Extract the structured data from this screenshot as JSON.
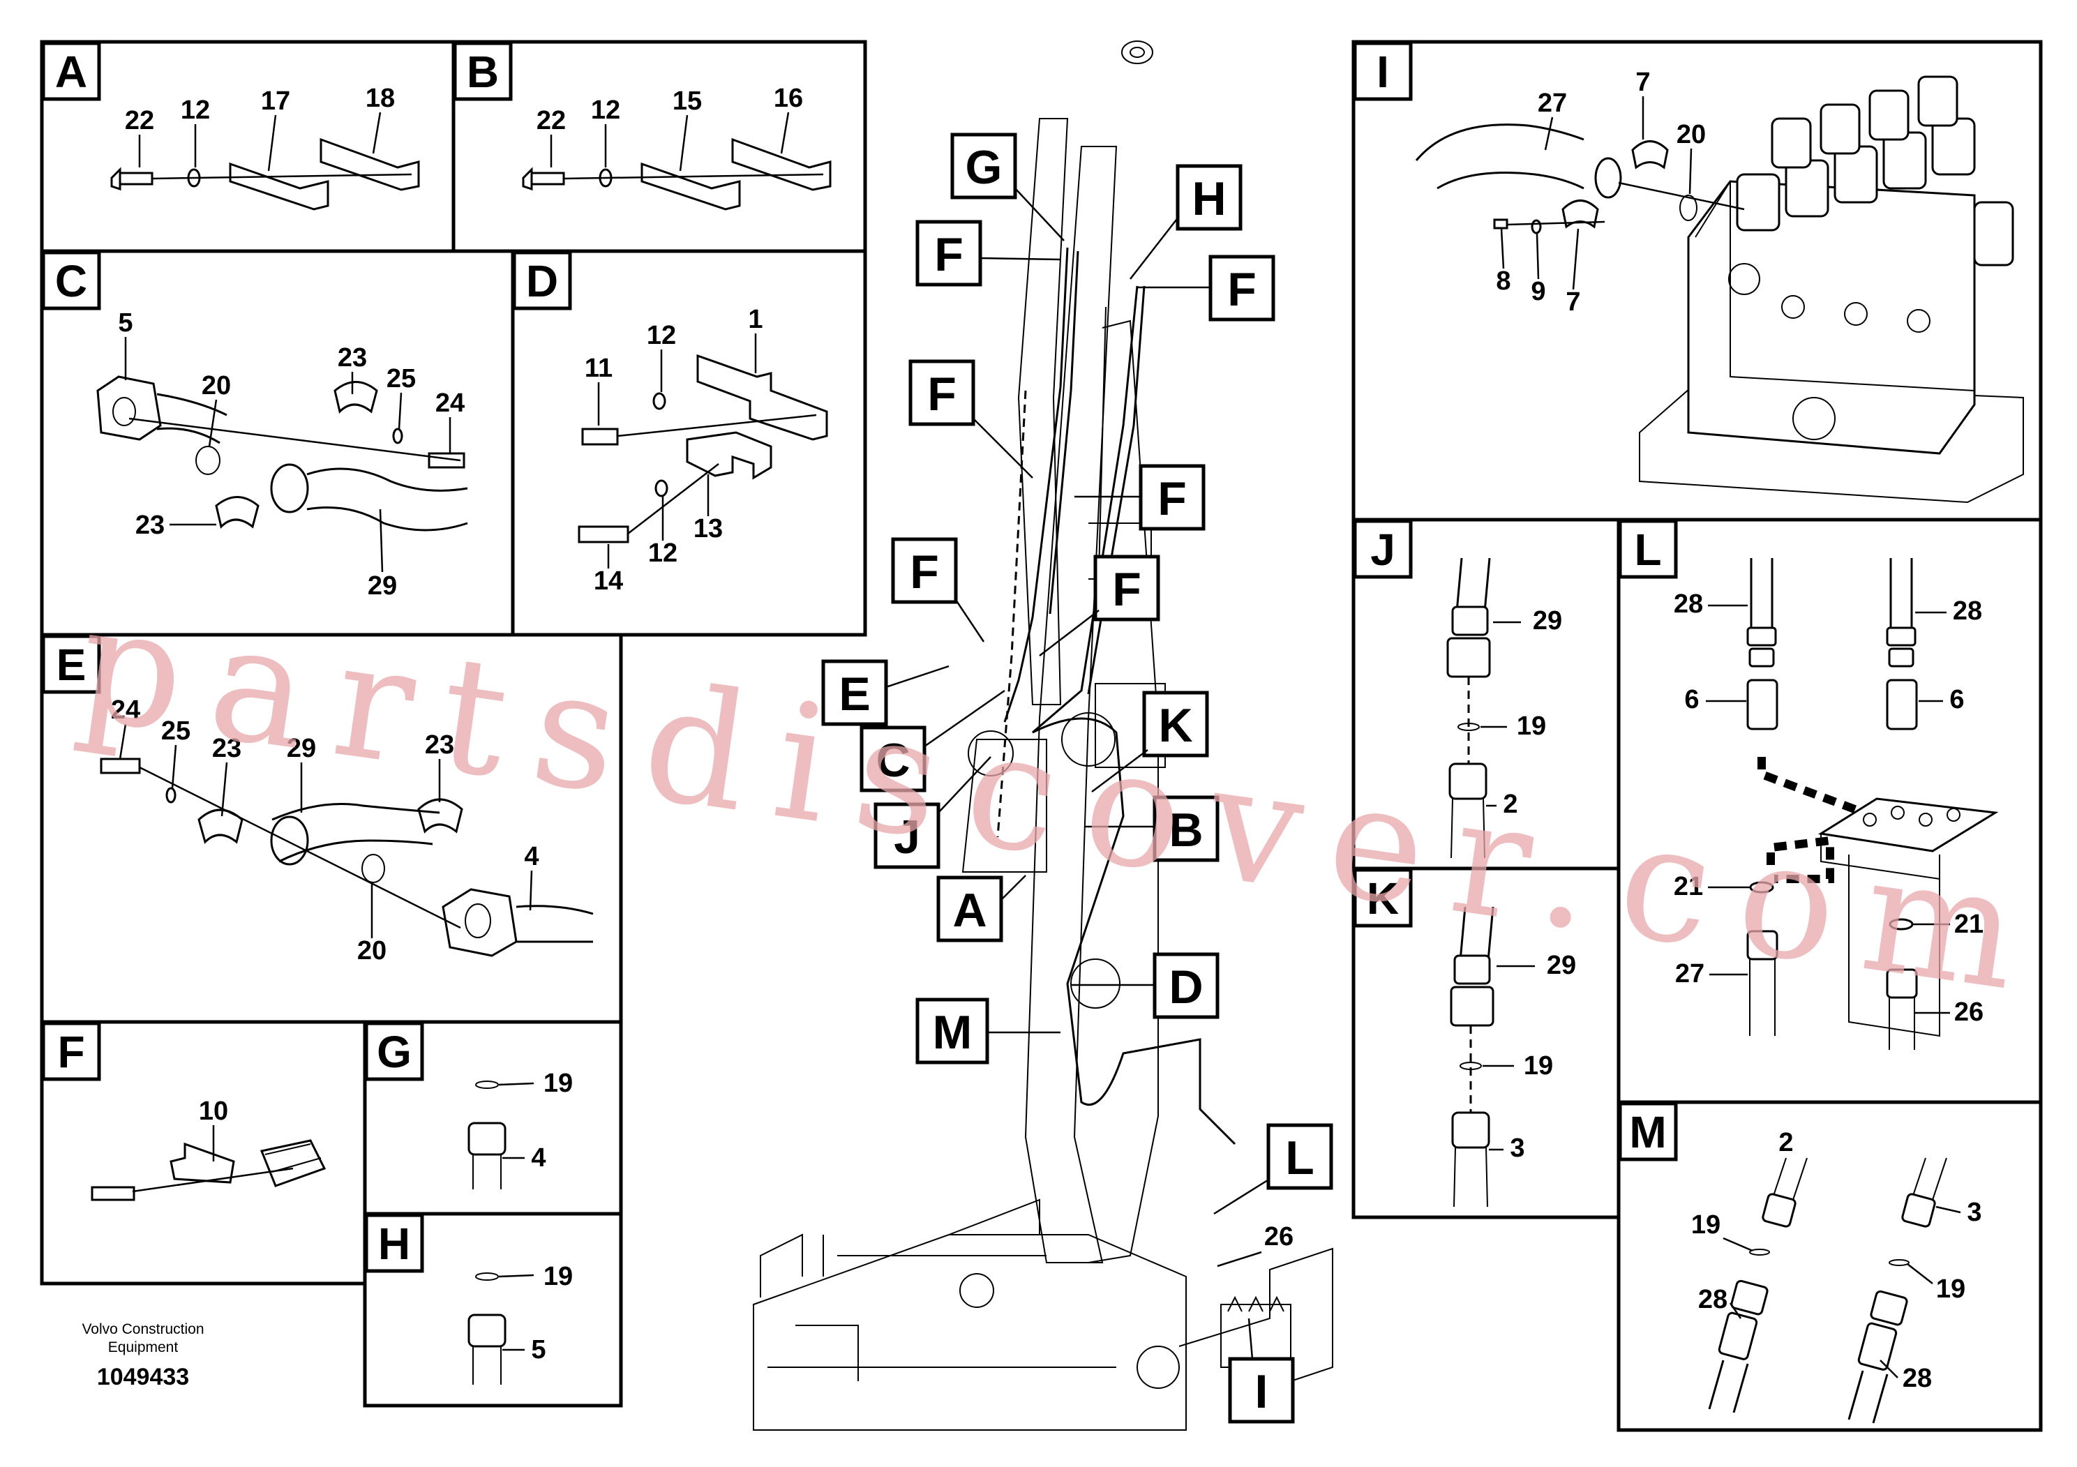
{
  "watermark": "partsdiscover.com",
  "footer": {
    "maker_line1": "Volvo Construction",
    "maker_line2": "Equipment",
    "doc_number": "1049433"
  },
  "panels": {
    "A": {
      "letter": "A",
      "callouts": [
        "22",
        "12",
        "17",
        "18"
      ]
    },
    "B": {
      "letter": "B",
      "callouts": [
        "22",
        "12",
        "15",
        "16"
      ]
    },
    "C": {
      "letter": "C",
      "callouts": [
        "5",
        "20",
        "23",
        "25",
        "24",
        "23",
        "29"
      ]
    },
    "D": {
      "letter": "D",
      "callouts": [
        "11",
        "12",
        "1",
        "13",
        "14",
        "12"
      ]
    },
    "E": {
      "letter": "E",
      "callouts": [
        "24",
        "25",
        "23",
        "29",
        "23",
        "4",
        "20"
      ]
    },
    "F": {
      "letter": "F",
      "callouts": [
        "10"
      ]
    },
    "G": {
      "letter": "G",
      "callouts": [
        "19",
        "4"
      ]
    },
    "H": {
      "letter": "H",
      "callouts": [
        "19",
        "5"
      ]
    },
    "I": {
      "letter": "I",
      "callouts": [
        "27",
        "7",
        "20",
        "8",
        "9",
        "7"
      ]
    },
    "J": {
      "letter": "J",
      "callouts": [
        "29",
        "19",
        "2"
      ]
    },
    "K": {
      "letter": "K",
      "callouts": [
        "29",
        "19",
        "3"
      ]
    },
    "L": {
      "letter": "L",
      "callouts": [
        "28",
        "28",
        "6",
        "6",
        "21",
        "21",
        "27",
        "26"
      ]
    },
    "M": {
      "letter": "M",
      "callouts": [
        "2",
        "3",
        "19",
        "19",
        "28",
        "28"
      ]
    }
  },
  "main": {
    "callouts": [
      "G",
      "H",
      "F",
      "F",
      "F",
      "F",
      "F",
      "F",
      "E",
      "C",
      "K",
      "J",
      "B",
      "A",
      "D",
      "M",
      "L",
      "I"
    ],
    "part_number": "26"
  }
}
